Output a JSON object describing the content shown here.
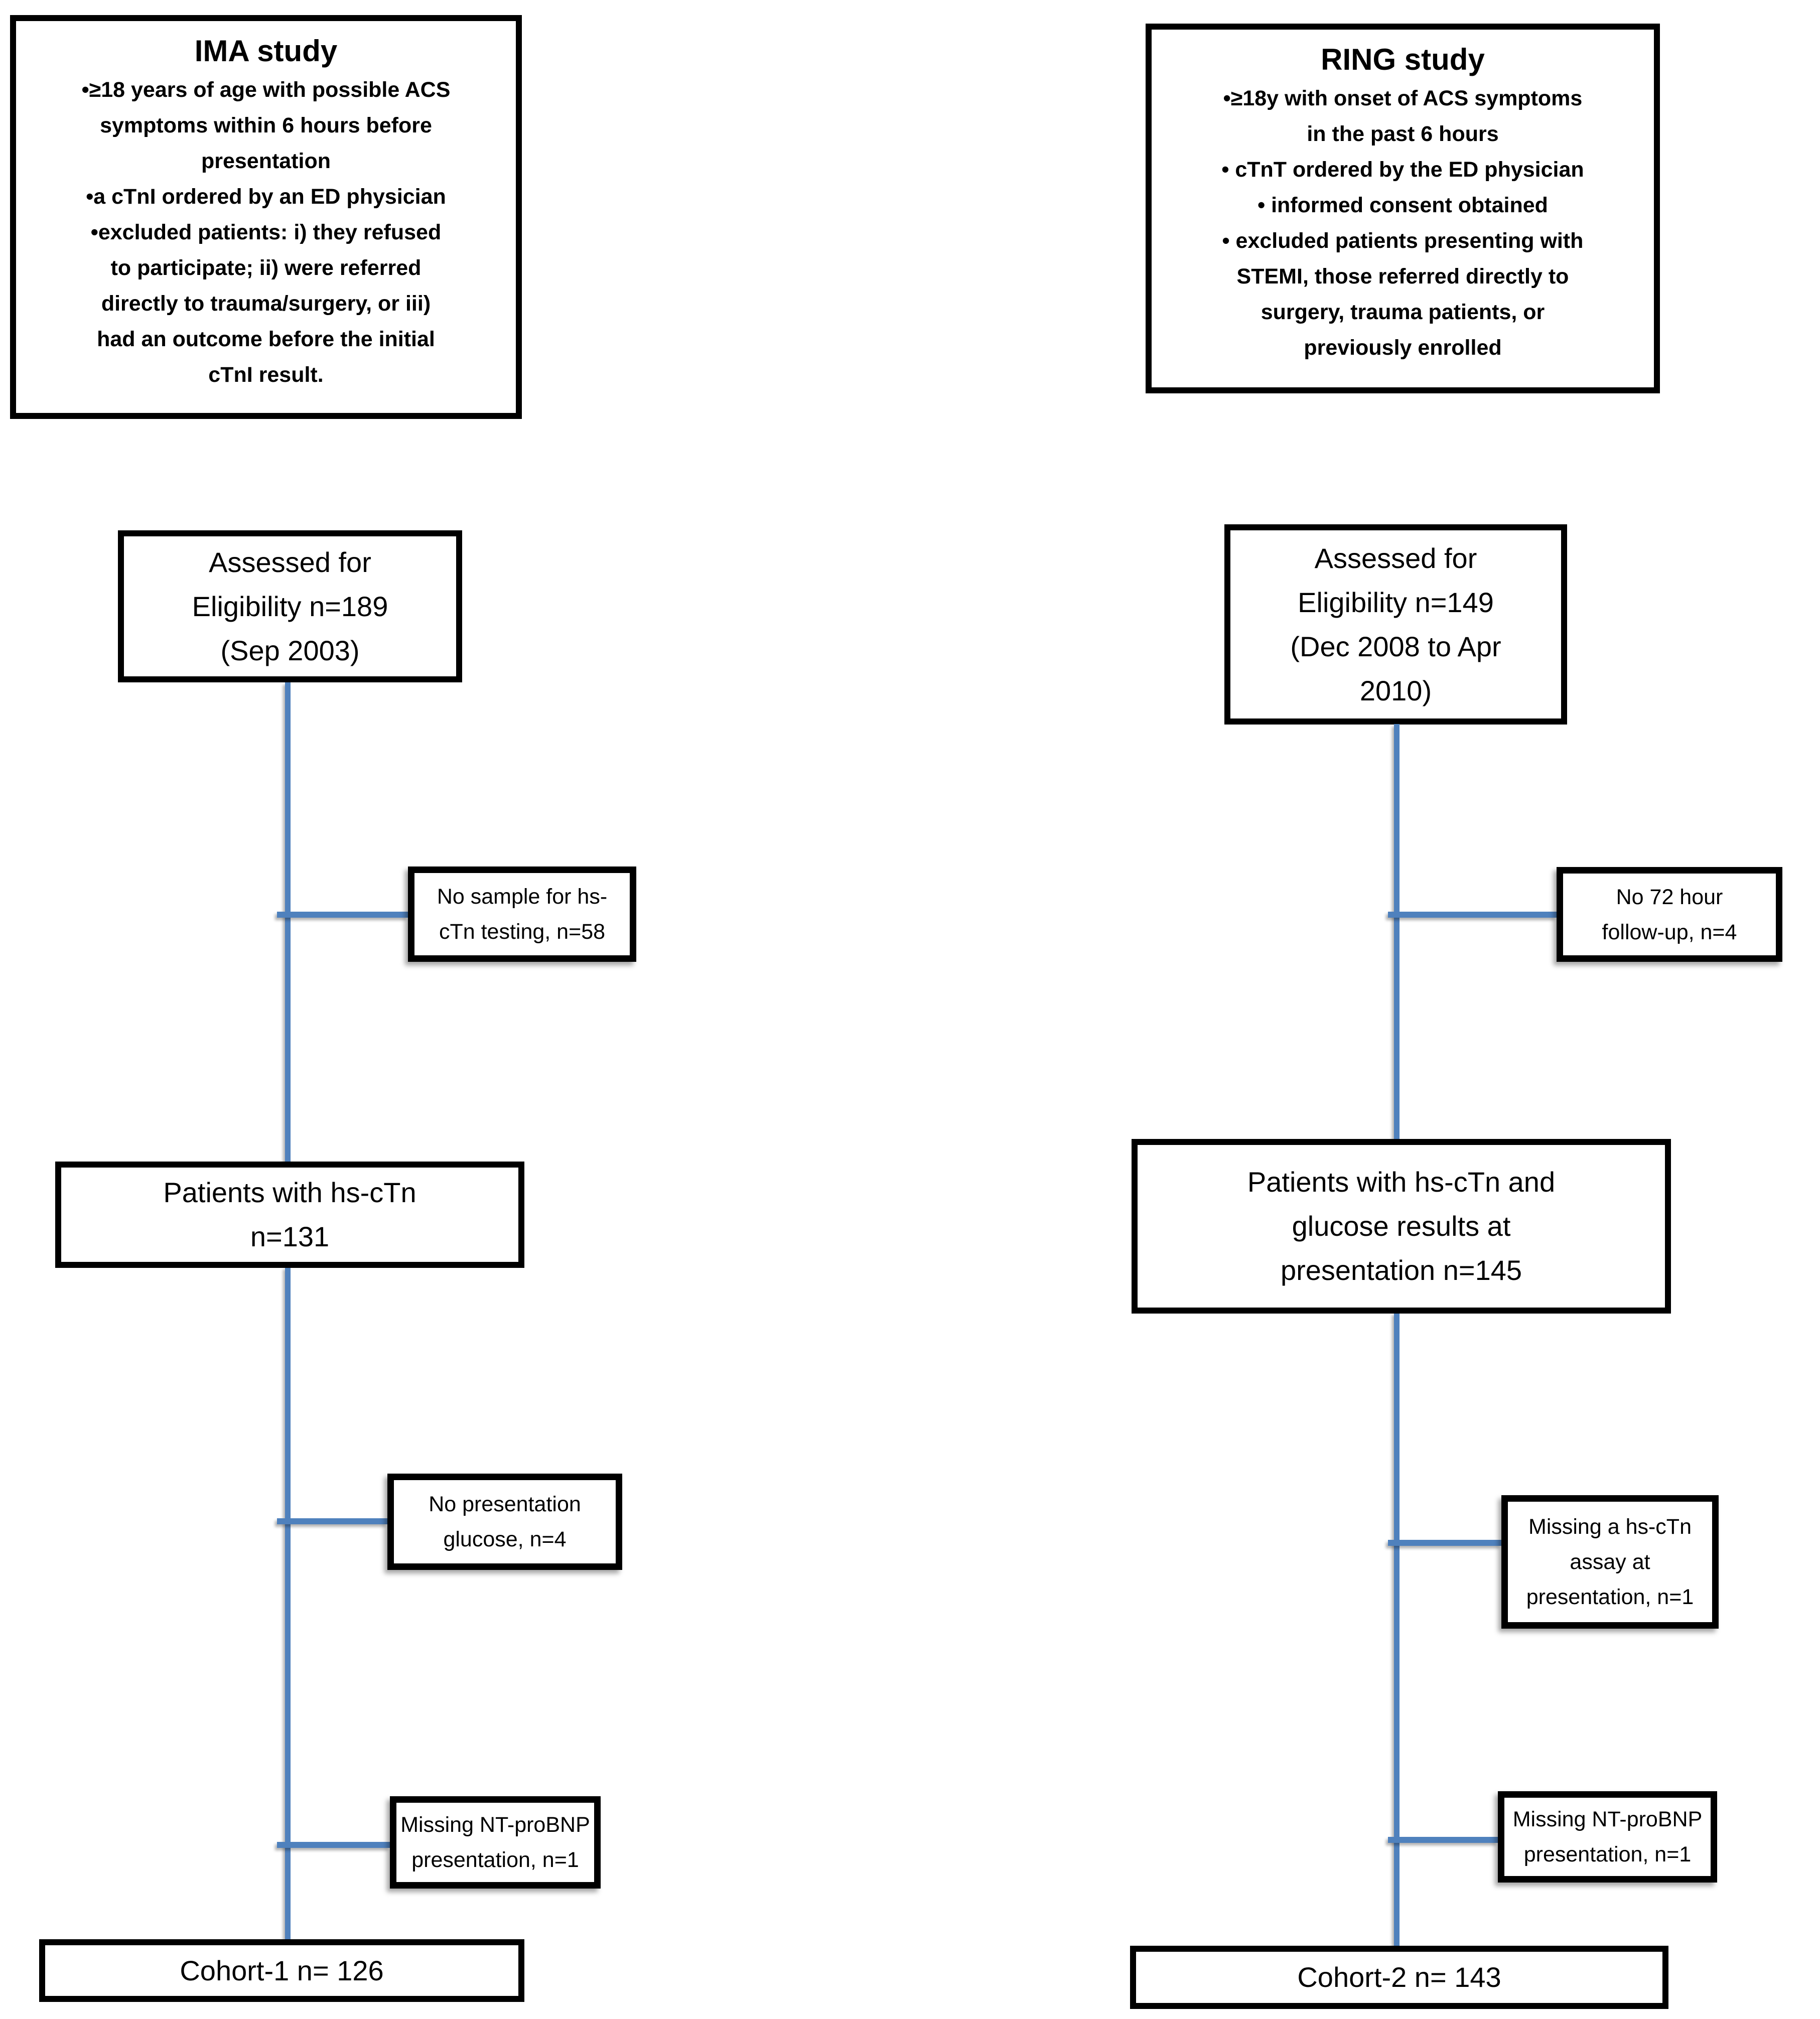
{
  "colors": {
    "connector_blue": "#4f81bd",
    "border_black": "#000000",
    "background": "#ffffff"
  },
  "left_column": {
    "criteria_box": {
      "title": "IMA study",
      "bullets": [
        "•≥18 years of age with possible ACS\nsymptoms within 6 hours before\npresentation",
        "•a cTnI ordered by an ED physician",
        "•excluded patients: i) they refused\nto participate; ii) were referred\ndirectly to trauma/surgery, or iii)\nhad an outcome before the initial\ncTnI result."
      ]
    },
    "assessed_box": "Assessed for\nEligibility n=189\n(Sep 2003)",
    "excluded_no_sample": "No sample for hs-\ncTn testing, n=58",
    "patients_box": "Patients with hs-cTn\nn=131",
    "excluded_no_glucose": "No presentation\nglucose, n=4",
    "excluded_missing_ntprobnp": "Missing NT-proBNP\npresentation, n=1",
    "cohort_box": "Cohort-1 n= 126"
  },
  "right_column": {
    "criteria_box": {
      "title": "RING study",
      "bullets": [
        "•≥18y with onset of ACS symptoms\nin the past 6 hours",
        "• cTnT ordered by the ED physician",
        "• informed consent obtained",
        "• excluded patients presenting with\nSTEMI, those referred directly to\nsurgery, trauma patients, or\npreviously enrolled"
      ]
    },
    "assessed_box": "Assessed for\nEligibility n=149\n(Dec 2008 to Apr\n2010)",
    "excluded_no_followup": "No 72 hour\nfollow-up, n=4",
    "patients_box": "Patients with hs-cTn and\nglucose results at\npresentation n=145",
    "excluded_missing_assay": "Missing  a hs-cTn\nassay at\npresentation, n=1",
    "excluded_missing_ntprobnp": "Missing NT-proBNP\npresentation, n=1",
    "cohort_box": "Cohort-2 n= 143"
  }
}
